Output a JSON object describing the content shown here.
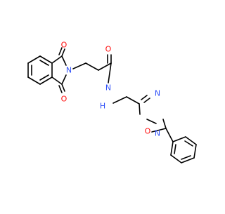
{
  "molecule": {
    "colors": {
      "bond": "#000000",
      "oxygen": "#ff0d0d",
      "nitrogen": "#3050f8",
      "background": "#ffffff"
    },
    "atom_labels": {
      "o_imide_top": "O",
      "o_imide_bottom": "O",
      "n_imide": "N",
      "o_amide": "O",
      "n_amide": "N",
      "h_amide": "H",
      "o_ring": "O",
      "n_ring_top": "N",
      "n_ring_bottom": "N"
    }
  }
}
